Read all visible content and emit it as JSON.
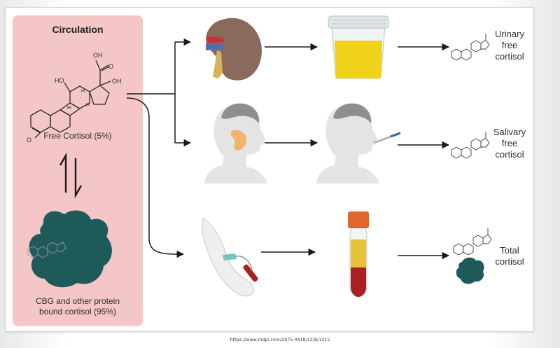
{
  "diagram": {
    "circulation_title": "Circulation",
    "free_cortisol_label": "Free Cortisol (5%)",
    "cbg_label_line1": "CBG and other protein",
    "cbg_label_line2": "bound cortisol (95%)",
    "outputs": [
      {
        "line1": "Urinary",
        "line2": "free",
        "line3": "cortisol"
      },
      {
        "line1": "Salivary",
        "line2": "free",
        "line3": "cortisol"
      },
      {
        "line1": "Total",
        "line2": "cortisol"
      }
    ],
    "molecule_labels": {
      "oh_top": "OH",
      "o_keto": "O",
      "ho_left": "HO",
      "oh_right": "OH",
      "o_ring": "O",
      "h": "H"
    },
    "source_url": "https://www.mdpi.com/2075-4418/13/8/1415"
  },
  "colors": {
    "circulation_panel": "#f4c6c6",
    "cbg_protein": "#1f5a5a",
    "urine": "#f1d21a",
    "blood": "#a8201f",
    "tube_cap": "#e0662a"
  }
}
